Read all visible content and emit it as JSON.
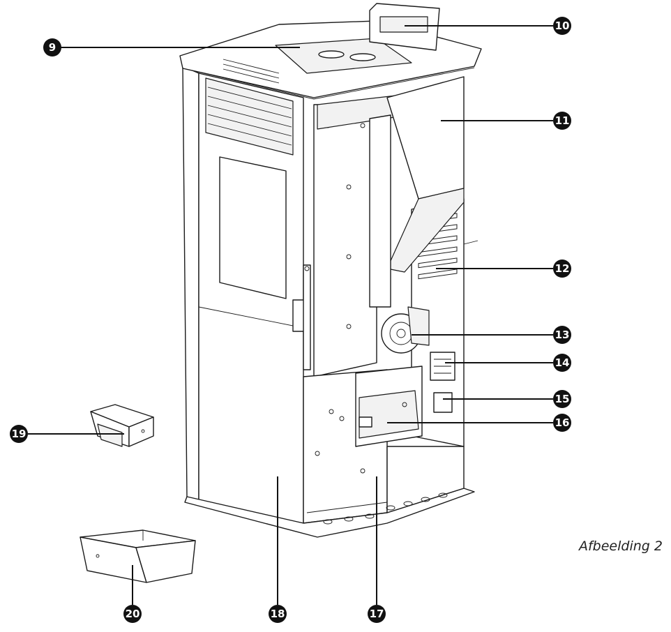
{
  "figure": {
    "caption": "Afbeelding 2"
  },
  "callouts": [
    {
      "id": "9",
      "label": "9"
    },
    {
      "id": "10",
      "label": "10"
    },
    {
      "id": "11",
      "label": "11"
    },
    {
      "id": "12",
      "label": "12"
    },
    {
      "id": "13",
      "label": "13"
    },
    {
      "id": "14",
      "label": "14"
    },
    {
      "id": "15",
      "label": "15"
    },
    {
      "id": "16",
      "label": "16"
    },
    {
      "id": "17",
      "label": "17"
    },
    {
      "id": "18",
      "label": "18"
    },
    {
      "id": "19",
      "label": "19"
    },
    {
      "id": "20",
      "label": "20"
    }
  ]
}
